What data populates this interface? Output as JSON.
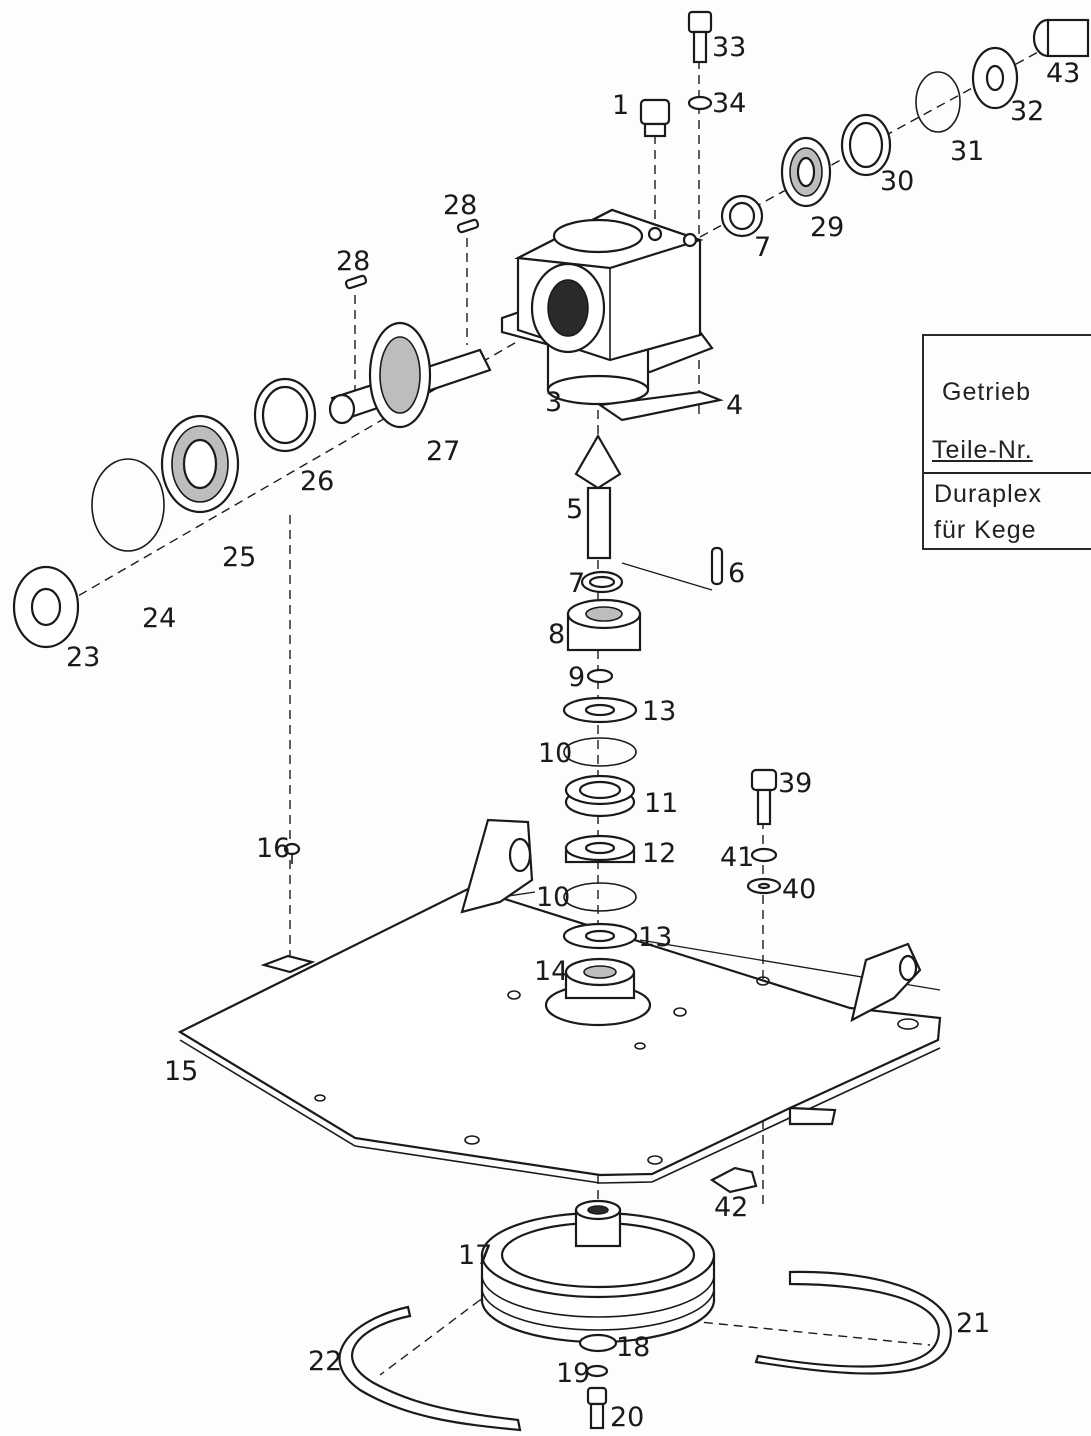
{
  "labels": {
    "p1": "1",
    "p3": "3",
    "p4": "4",
    "p5": "5",
    "p6": "6",
    "p7a": "7",
    "p7b": "7",
    "p8": "8",
    "p9": "9",
    "p10a": "10",
    "p10b": "10",
    "p11": "11",
    "p12": "12",
    "p13a": "13",
    "p13b": "13",
    "p14": "14",
    "p15": "15",
    "p16": "16",
    "p17": "17",
    "p18": "18",
    "p19": "19",
    "p20": "20",
    "p21": "21",
    "p22": "22",
    "p23": "23",
    "p24": "24",
    "p25": "25",
    "p26": "26",
    "p27": "27",
    "p28a": "28",
    "p28b": "28",
    "p29": "29",
    "p30": "30",
    "p31": "31",
    "p32": "32",
    "p33": "33",
    "p34": "34",
    "p39": "39",
    "p40": "40",
    "p41": "41",
    "p42": "42",
    "p43": "43"
  },
  "info_box": {
    "title": "Getrieb",
    "part_no_label": "Teile-Nr.",
    "note_line1": "Duraplex",
    "note_line2": "für Kege"
  }
}
